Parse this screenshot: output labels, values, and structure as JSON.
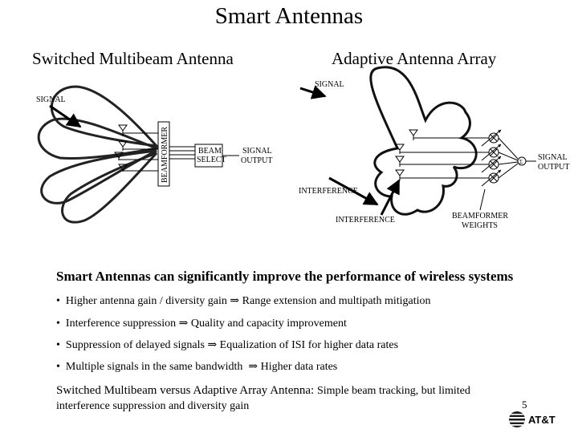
{
  "title": "Smart Antennas",
  "left": {
    "heading": "Switched Multibeam Antenna",
    "signal": "SIGNAL",
    "beamformer": "BEAMFORMER",
    "beam_select": [
      "BEAM",
      "SELECT"
    ],
    "signal_output": [
      "SIGNAL",
      "OUTPUT"
    ]
  },
  "right": {
    "heading": "Adaptive Antenna Array",
    "signal": "SIGNAL",
    "interference_top": "INTERFERENCE",
    "interference_bottom": "INTERFERENCE",
    "beamformer_weights": [
      "BEAMFORMER",
      "WEIGHTS"
    ],
    "signal_output": [
      "SIGNAL",
      "OUTPUT"
    ],
    "summer_symbol": "Σ"
  },
  "headline": "Smart Antennas can significantly improve the performance of wireless systems",
  "bullets": [
    {
      "cause": "Higher antenna gain / diversity gain",
      "effect": "Range extension and multipath mitigation"
    },
    {
      "cause": "Interference suppression",
      "effect": "Quality and capacity improvement"
    },
    {
      "cause": "Suppression of delayed signals",
      "effect": "Equalization of ISI for higher data rates"
    },
    {
      "cause": "Multiple signals in the same bandwidth",
      "effect": "Higher data rates"
    }
  ],
  "bullet_glyph": "•",
  "arrow_glyph": "⇒",
  "comparison": {
    "lead": "Switched Multibeam versus Adaptive Array Antenna:",
    "rest_line1": "Simple beam tracking, but limited",
    "rest_line2": "interference suppression and diversity gain"
  },
  "page_number": "5",
  "logo": {
    "text": "AT&T",
    "icon": "globe-icon"
  }
}
